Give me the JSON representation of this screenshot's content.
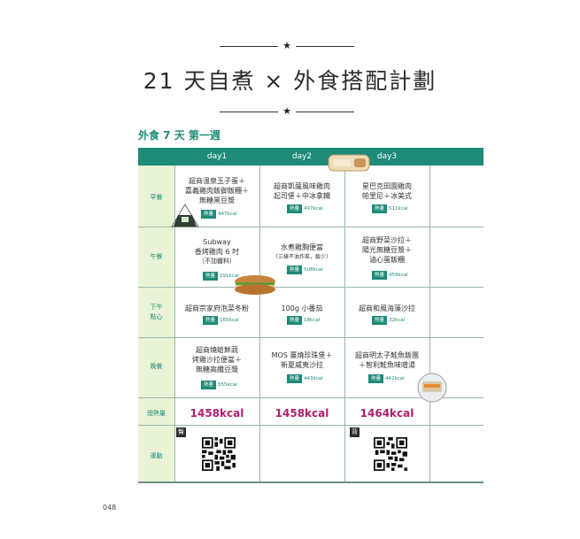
{
  "page": {
    "title": "21 天自煮 × 外食搭配計劃",
    "subtitle": "外食 7 天 第一週",
    "page_number": "048",
    "ornament_icon": "star-icon"
  },
  "colors": {
    "teal": "#1e8a78",
    "label_bg": "#e9f3d6",
    "total_magenta": "#b01e6e"
  },
  "days": [
    "day1",
    "day2",
    "day3"
  ],
  "row_labels": {
    "breakfast": "早餐",
    "lunch": "午餐",
    "snack": "下午\n點心",
    "dinner": "晚餐",
    "total": "總熱量",
    "exercise": "運動"
  },
  "calorie_label": "熱量",
  "meals": {
    "breakfast": [
      {
        "lines": [
          "超商溫泉玉子蛋＋",
          "嘉義雞肉飯御飯糰＋",
          "無糖黑豆漿"
        ],
        "kcal": "447kcal"
      },
      {
        "lines": [
          "超商凱薩風味雞肉",
          "起司堡＋中冰拿鐵"
        ],
        "kcal": "497kcal"
      },
      {
        "lines": [
          "星巴克田園雞肉",
          "帕里尼＋冰美式"
        ],
        "kcal": "511kcal"
      }
    ],
    "lunch": [
      {
        "lines": [
          "Subway",
          "香烤雞肉 6 吋",
          "（不加醬料）"
        ],
        "kcal": "291kcal"
      },
      {
        "lines": [
          "水煮雞胸便當",
          "（三樣不油炸菜，飯少）"
        ],
        "kcal": "508kcal"
      },
      {
        "lines": [
          "超商野菜沙拉＋",
          "陽光無糖豆漿＋",
          "滷心蛋飯糰"
        ],
        "kcal": "459kcal"
      }
    ],
    "snack": [
      {
        "lines": [
          "超商宗家府泡菜冬粉"
        ],
        "kcal": "165kcal"
      },
      {
        "lines": [
          "100g 小番茄"
        ],
        "kcal": "18kcal"
      },
      {
        "lines": [
          "超商和風海藻沙拉"
        ],
        "kcal": "32kcal"
      }
    ],
    "dinner": [
      {
        "lines": [
          "超商燒蛤鮮蔬",
          "烤雞沙拉便當＋",
          "無糖高纖豆漿"
        ],
        "kcal": "555kcal"
      },
      {
        "lines": [
          "MOS 薑燒珍珠堡＋",
          "新夏威夷沙拉"
        ],
        "kcal": "443kcal"
      },
      {
        "lines": [
          "超商明太子鮭魚飯團",
          "＋智利鮭魚味噌湯"
        ],
        "kcal": "442kcal"
      }
    ]
  },
  "totals": [
    "1458kcal",
    "1458kcal",
    "1464kcal"
  ],
  "exercise": {
    "day1_label": "臀",
    "day3_label": "背"
  }
}
